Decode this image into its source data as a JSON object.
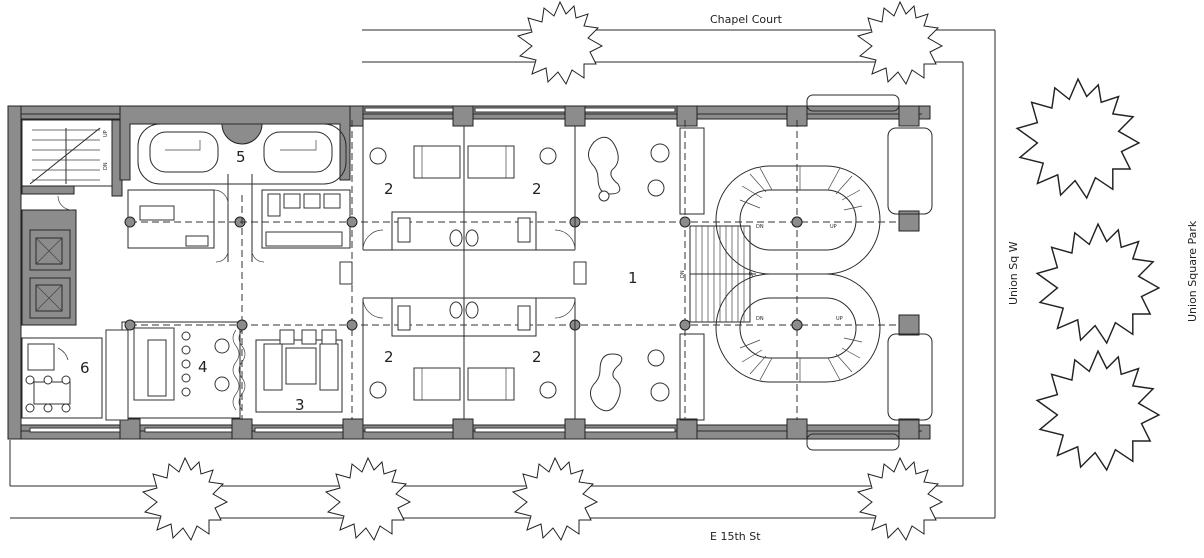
{
  "streets": {
    "north": "Chapel Court",
    "south": "E 15th St",
    "east_street": "Union Sq W",
    "east_park": "Union Square Park"
  },
  "rooms": [
    {
      "id": "1",
      "label": "1"
    },
    {
      "id": "2-nw",
      "label": "2"
    },
    {
      "id": "2-ne",
      "label": "2"
    },
    {
      "id": "2-sw",
      "label": "2"
    },
    {
      "id": "2-se",
      "label": "2"
    },
    {
      "id": "3",
      "label": "3"
    },
    {
      "id": "4",
      "label": "4"
    },
    {
      "id": "5",
      "label": "5"
    },
    {
      "id": "6",
      "label": "6"
    }
  ],
  "stair_marks": {
    "up": "UP",
    "dn": "DN"
  },
  "colors": {
    "wall_fill": "#8c8c8c",
    "line": "#2a2a2a"
  }
}
